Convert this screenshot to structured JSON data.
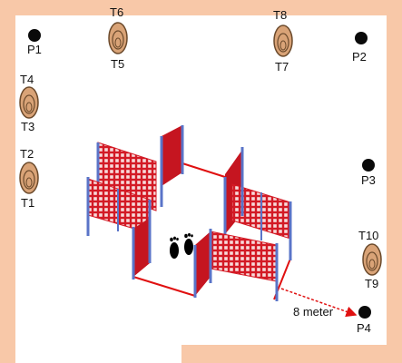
{
  "colors": {
    "wall": "#f8c8a8",
    "mesh": "#d31a25",
    "post": "#5a74c8",
    "floor_line": "#e01010",
    "tree_fill": "#d9a377",
    "tree_stroke": "#6b4a2c",
    "dot": "#0a0a0a"
  },
  "points": [
    {
      "label": "P1"
    },
    {
      "label": "P2"
    },
    {
      "label": "P3"
    },
    {
      "label": "P4"
    }
  ],
  "trees": [
    {
      "top": "T6",
      "bottom": "T5"
    },
    {
      "top": "T8",
      "bottom": "T7"
    },
    {
      "top": "T4",
      "bottom": "T3"
    },
    {
      "top": "T2",
      "bottom": "T1"
    },
    {
      "top": "T10",
      "bottom": "T9"
    }
  ],
  "distance_label": "8 meter",
  "center_icon": "footprints-icon"
}
